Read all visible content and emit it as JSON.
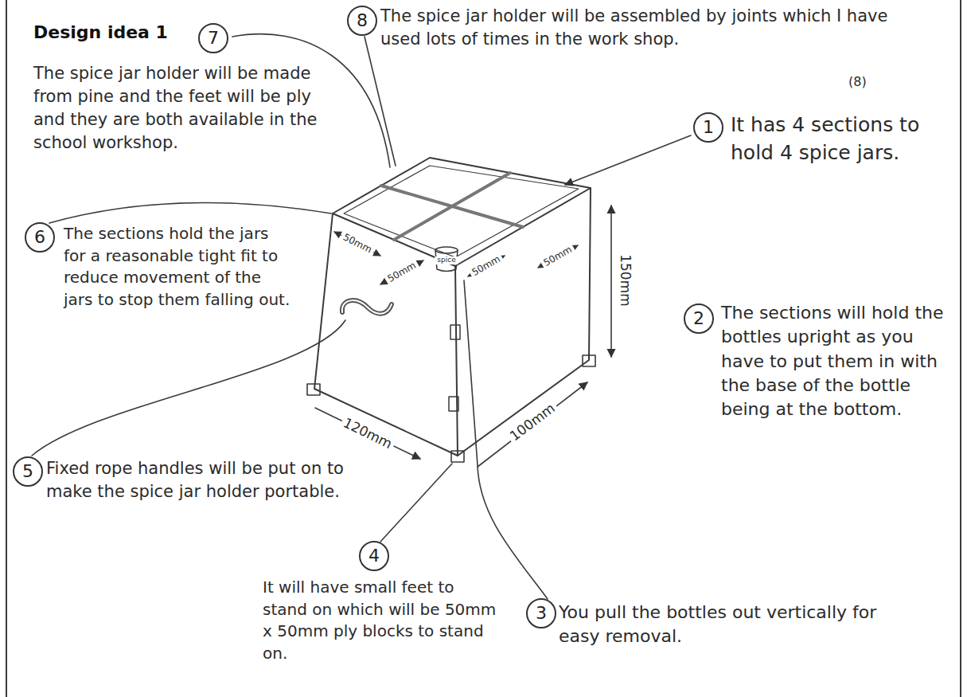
{
  "diagram": {
    "title": "Design idea 1",
    "nodes": [
      {
        "text": [
          "8"
        ]
      },
      {
        "text": [
          "7"
        ]
      },
      {
        "text": [
          "1"
        ]
      },
      {
        "text": [
          "6"
        ]
      },
      {
        "text": [
          "2"
        ]
      },
      {
        "text": [
          "5"
        ]
      },
      {
        "text": [
          "4"
        ]
      },
      {
        "text": [
          "3"
        ]
      }
    ],
    "labels": [
      "The spice jar holder will be assembled by joints which I have used lots of times in the work shop.",
      "(8)",
      "The spice jar holder will be made from pine and the feet will be ply and they are both available in the school workshop.",
      "It has 4 sections to hold 4 spice jars.",
      "The sections hold the jars for a reasonable tight fit to reduce movement of the jars to stop them falling out.",
      "50mm",
      "50mm",
      "spice",
      "50mm",
      "50mm",
      "150mm",
      "The sections will hold the bottles upright as you have to put them in with the base of the bottle being at the bottom.",
      "Fixed rope handles will be put on to make the spice jar holder portable.",
      "120mm",
      "100mm",
      "It will have small feet to stand on which will be 50mm x 50mm ply blocks to stand on.",
      "You pull the bottles out vertically for easy removal."
    ]
  }
}
